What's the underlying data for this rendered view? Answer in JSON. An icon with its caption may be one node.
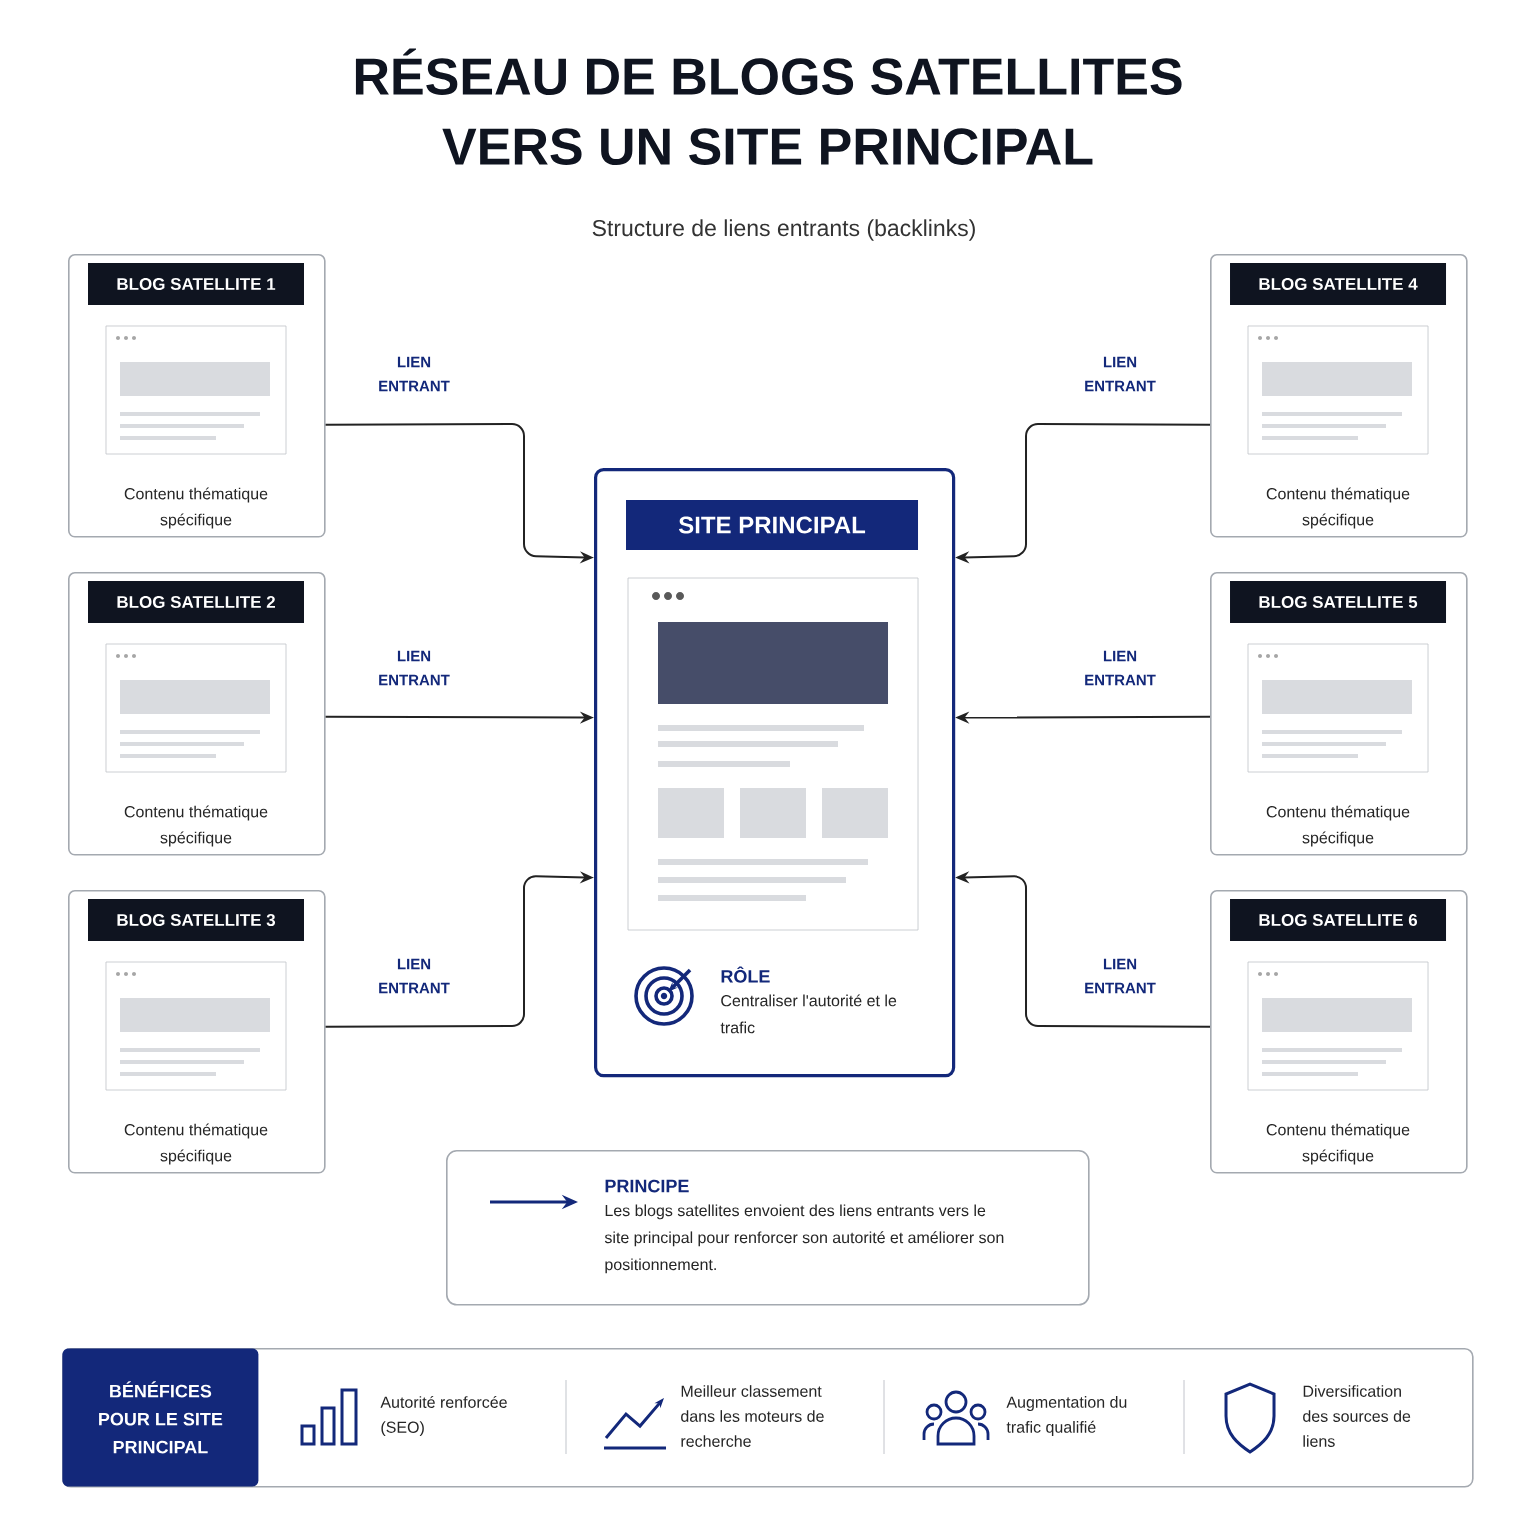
{
  "diagram": {
    "title": "RÉSEAU DE BLOGS SATELLITES VERS UN SITE PRINCIPAL",
    "nodes": [
      {
        "text": [
          "BLOG SATELLITE 1",
          "Contenu thématique spécifique"
        ]
      },
      {
        "text": [
          "BLOG SATELLITE 2",
          "Contenu thématique spécifique"
        ]
      },
      {
        "text": [
          "BLOG SATELLITE 3",
          "Contenu thématique spécifique"
        ]
      },
      {
        "text": [
          "SITE PRINCIPAL",
          "RÔLE",
          "Centraliser l'autorité et le trafic"
        ]
      },
      {
        "text": [
          "BLOG SATELLITE 4",
          "Contenu thématique spécifique"
        ]
      },
      {
        "text": [
          "BLOG SATELLITE 5",
          "Contenu thématique spécifique"
        ]
      },
      {
        "text": [
          "BLOG SATELLITE 6",
          "Contenu thématique spécifique"
        ]
      },
      {
        "text": [
          "PRINCIPE",
          "Les blogs satellites envoient des liens entrants vers le site principal pour renforcer son autorité et améliorer son positionnement."
        ]
      },
      {
        "text": [
          "Autorité renforcée (SEO)",
          "Meilleur classement dans les moteurs de recherche",
          "Augmentation du trafic qualifié",
          "Diversification des sources de liens"
        ]
      },
      {
        "text": [
          "BÉNÉFICES POUR LE SITE PRINCIPAL"
        ],
        "in": 8
      }
    ],
    "edges": [
      {
        "from": 0,
        "to": 3,
        "arrow": "to",
        "label": "LIEN ENTRANT"
      },
      {
        "from": 1,
        "to": 3,
        "arrow": "to",
        "label": "LIEN ENTRANT"
      },
      {
        "from": 2,
        "to": 3,
        "arrow": "to",
        "label": "LIEN ENTRANT"
      },
      {
        "from": 4,
        "to": 3,
        "arrow": "to",
        "label": "LIEN ENTRANT"
      },
      {
        "from": 5,
        "to": 3,
        "arrow": "to",
        "label": "LIEN ENTRANT"
      },
      {
        "from": 6,
        "to": 3,
        "arrow": "to",
        "label": "LIEN ENTRANT"
      }
    ],
    "labels": [
      "Structure de liens entrants (backlinks)"
    ]
  }
}
